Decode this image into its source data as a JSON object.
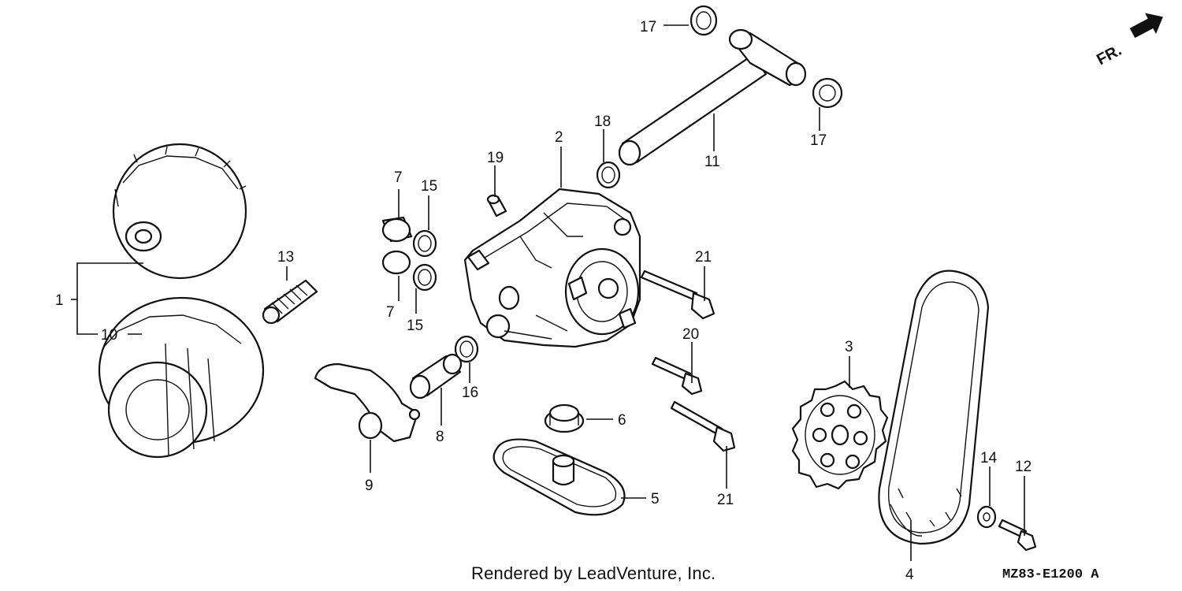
{
  "diagram": {
    "direction_label": "FR.",
    "callouts": [
      "1",
      "2",
      "3",
      "4",
      "5",
      "6",
      "7",
      "7",
      "8",
      "9",
      "10",
      "11",
      "12",
      "13",
      "14",
      "15",
      "15",
      "16",
      "17",
      "17",
      "18",
      "19",
      "20",
      "21",
      "21"
    ]
  },
  "footer": {
    "credit": "Rendered by LeadVenture, Inc.",
    "diagram_code": "MZ83-E1200",
    "diagram_suffix": "A"
  }
}
